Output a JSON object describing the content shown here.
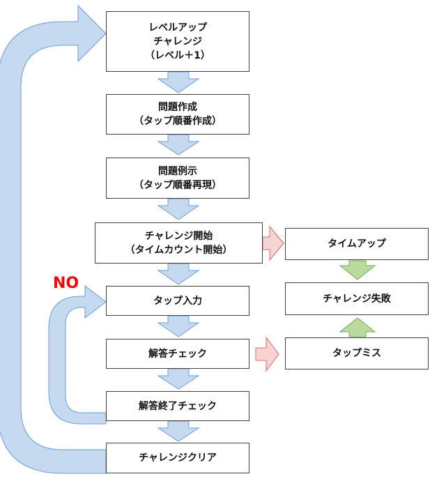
{
  "nodes": {
    "level_up": {
      "lines": [
        "レベルアップ",
        "チャレンジ",
        "（レベル＋1）"
      ]
    },
    "create_problem": {
      "lines": [
        "問題作成",
        "（タップ順番作成）"
      ]
    },
    "show_problem": {
      "lines": [
        "問題例示",
        "（タップ順番再現）"
      ]
    },
    "challenge_start": {
      "lines": [
        "チャレンジ開始",
        "（タイムカウント開始）"
      ]
    },
    "tap_input": {
      "lines": [
        "タップ入力"
      ]
    },
    "answer_check": {
      "lines": [
        "解答チェック"
      ]
    },
    "answer_end_check": {
      "lines": [
        "解答終了チェック"
      ]
    },
    "challenge_clear": {
      "lines": [
        "チャレンジクリア"
      ]
    },
    "time_up": {
      "lines": [
        "タイムアップ"
      ]
    },
    "challenge_fail": {
      "lines": [
        "チャレンジ失敗"
      ]
    },
    "tap_miss": {
      "lines": [
        "タップミス"
      ]
    }
  },
  "no_label": "NO",
  "colors": {
    "blue_fill": "#c5d9f1",
    "blue_stroke": "#6f9bd1",
    "red_fill": "#f8d3d3",
    "red_stroke": "#e06666",
    "green_fill": "#b9dba0",
    "green_stroke": "#77a85a",
    "no_text": "#ff0000"
  }
}
